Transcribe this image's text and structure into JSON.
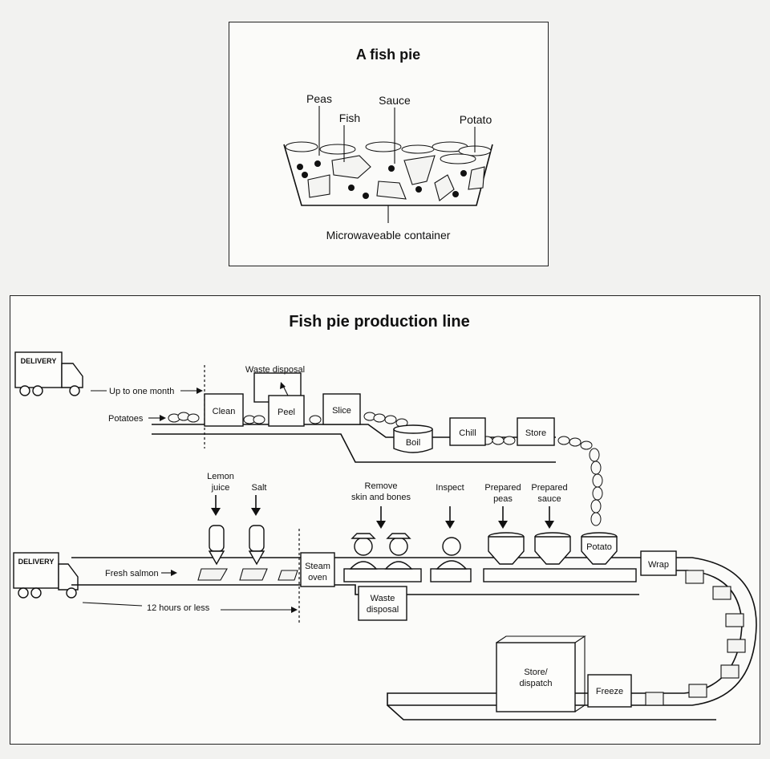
{
  "fish_pie": {
    "title": "A fish pie",
    "labels": {
      "peas": "Peas",
      "fish": "Fish",
      "sauce": "Sauce",
      "potato": "Potato",
      "container": "Microwaveable container"
    }
  },
  "production_line": {
    "title": "Fish pie production line",
    "truck_label": "DELIVERY",
    "potato_line": {
      "delivery_time": "Up to one month",
      "input": "Potatoes",
      "waste": "Waste disposal",
      "steps": {
        "clean": "Clean",
        "peel": "Peel",
        "slice": "Slice",
        "boil": "Boil",
        "chill": "Chill",
        "store": "Store"
      }
    },
    "salmon_line": {
      "delivery_time": "12 hours or less",
      "input": "Fresh salmon",
      "lemon_juice_1": "Lemon",
      "lemon_juice_2": "juice",
      "salt": "Salt",
      "steam_oven_1": "Steam",
      "steam_oven_2": "oven",
      "waste_1": "Waste",
      "waste_2": "disposal",
      "remove_1": "Remove",
      "remove_2": "skin and bones",
      "inspect": "Inspect",
      "peas_1": "Prepared",
      "peas_2": "peas",
      "sauce_1": "Prepared",
      "sauce_2": "sauce",
      "potato": "Potato",
      "wrap": "Wrap",
      "freeze": "Freeze",
      "store_1": "Store/",
      "store_2": "dispatch"
    }
  }
}
